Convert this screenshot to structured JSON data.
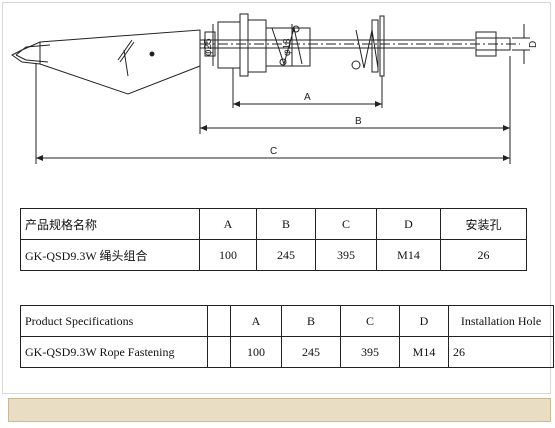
{
  "dimensions": {
    "a": "A",
    "b": "B",
    "c": "C",
    "d": "D",
    "phi25": "φ25",
    "phi8": "φ18"
  },
  "table_cn": {
    "headers": [
      "产品规格名称",
      "A",
      "B",
      "C",
      "D",
      "安装孔"
    ],
    "row": [
      "GK-QSD9.3W 绳头组合",
      "100",
      "245",
      "395",
      "M14",
      "26"
    ]
  },
  "table_en": {
    "headers": [
      "Product Specifications",
      "",
      "A",
      "B",
      "C",
      "D",
      "Installation Hole"
    ],
    "row": [
      "GK-QSD9.3W Rope Fastening",
      "",
      "100",
      "245",
      "395",
      "M14",
      "26"
    ]
  },
  "colors": {
    "footer_bar": "#e9ddc4",
    "line": "#222222"
  }
}
